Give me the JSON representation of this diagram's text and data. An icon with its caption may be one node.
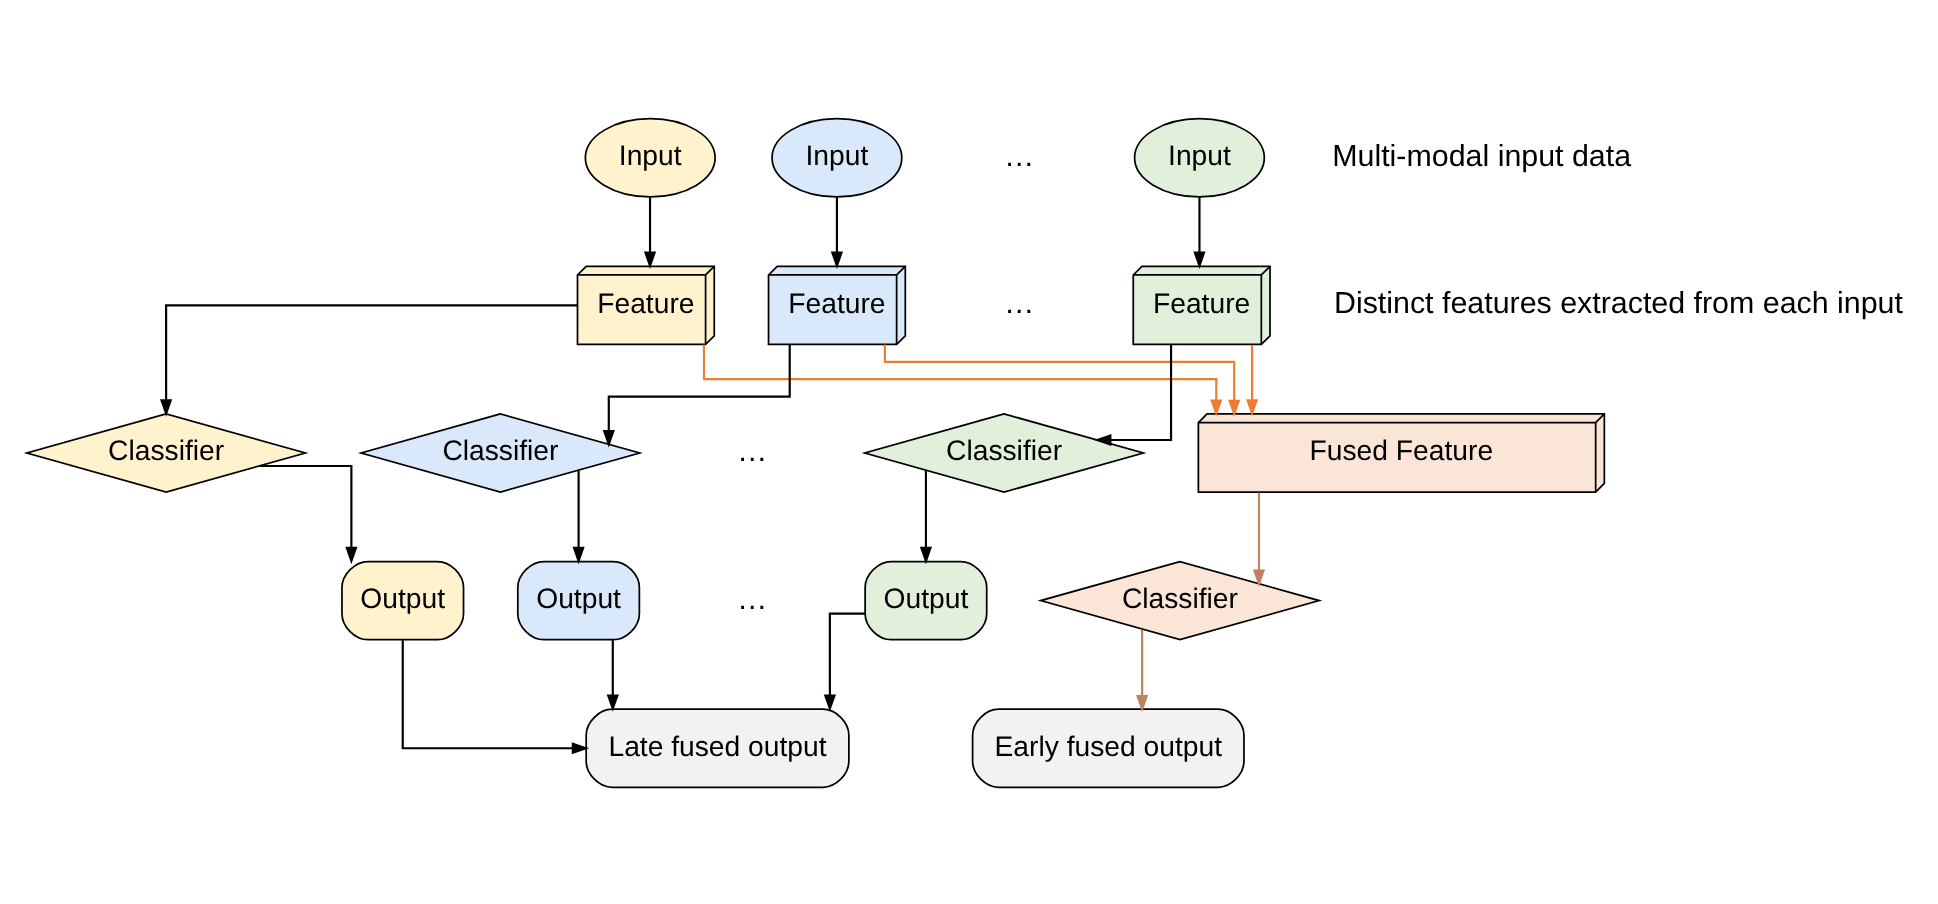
{
  "diagram": {
    "nodes": [
      {
        "text": [
          "Input"
        ]
      },
      {
        "text": [
          "Input"
        ]
      },
      {
        "text": [
          "Input"
        ]
      },
      {
        "text": [
          "Feature"
        ]
      },
      {
        "text": [
          "Feature"
        ]
      },
      {
        "text": [
          "Feature"
        ]
      },
      {
        "text": [
          "Classifier"
        ]
      },
      {
        "text": [
          "Classifier"
        ]
      },
      {
        "text": [
          "Classifier"
        ]
      },
      {
        "text": [
          "Fused Feature"
        ]
      },
      {
        "text": [
          "Output"
        ]
      },
      {
        "text": [
          "Output"
        ]
      },
      {
        "text": [
          "Output"
        ]
      },
      {
        "text": [
          "Classifier"
        ]
      },
      {
        "text": [
          "Late fused output"
        ]
      },
      {
        "text": [
          "Early fused output"
        ]
      }
    ],
    "edges": [
      {
        "from": 0,
        "to": 3,
        "arrow": "to"
      },
      {
        "from": 1,
        "to": 4,
        "arrow": "to"
      },
      {
        "from": 2,
        "to": 5,
        "arrow": "to"
      },
      {
        "from": 3,
        "to": 6,
        "arrow": "to"
      },
      {
        "from": 4,
        "to": 7,
        "arrow": "to"
      },
      {
        "from": 5,
        "to": 8,
        "arrow": "to"
      },
      {
        "from": 3,
        "to": 9,
        "arrow": "to",
        "color": "#ed7d31"
      },
      {
        "from": 4,
        "to": 9,
        "arrow": "to",
        "color": "#ed7d31"
      },
      {
        "from": 5,
        "to": 9,
        "arrow": "to",
        "color": "#ed7d31"
      },
      {
        "from": 9,
        "to": 13,
        "arrow": "to",
        "color": "#c0825f"
      },
      {
        "from": 6,
        "to": 10,
        "arrow": "to"
      },
      {
        "from": 7,
        "to": 11,
        "arrow": "to"
      },
      {
        "from": 8,
        "to": 12,
        "arrow": "to"
      },
      {
        "from": 10,
        "to": 14,
        "arrow": "to"
      },
      {
        "from": 11,
        "to": 14,
        "arrow": "to"
      },
      {
        "from": 12,
        "to": 14,
        "arrow": "to"
      },
      {
        "from": 13,
        "to": 15,
        "arrow": "to",
        "color": "#c0825f"
      }
    ],
    "labels": [
      "…",
      "Multi-modal input data",
      "…",
      "Distinct features extracted from each input",
      "…",
      "…"
    ]
  }
}
